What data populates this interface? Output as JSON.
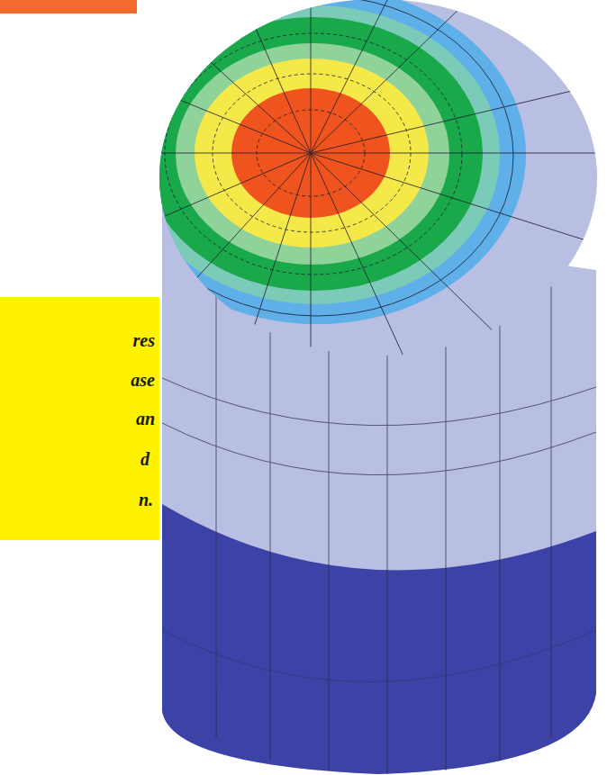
{
  "diagram": {
    "labels": [
      "res",
      "ase",
      "an",
      "d",
      "n."
    ]
  }
}
